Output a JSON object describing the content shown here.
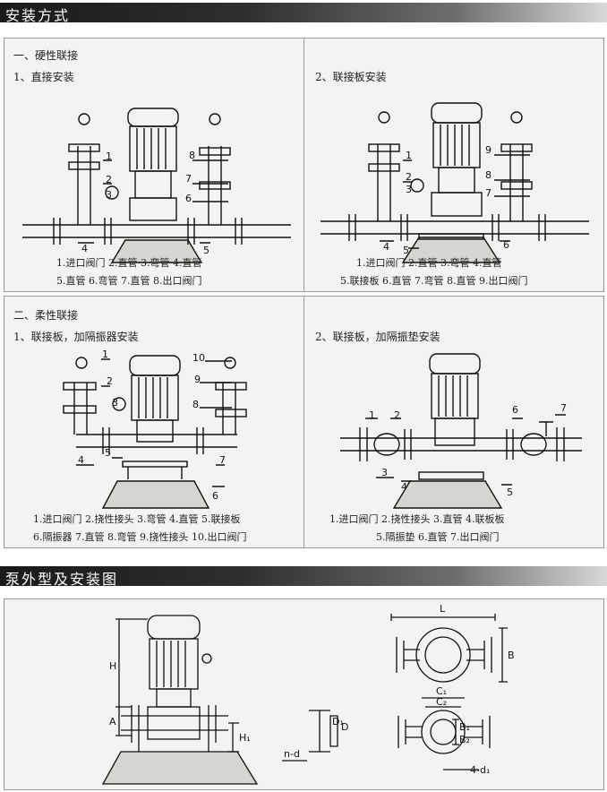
{
  "sections": {
    "install_method": "安装方式",
    "outline": "泵外型及安装图"
  },
  "rigid": {
    "heading": "一、硬性联接",
    "direct": {
      "title": "1、直接安装",
      "legend1": "1.进口阀门  2.直管  3.弯管  4.直管",
      "legend2": "5.直管  6.弯管  7.直管  8.出口阀门"
    },
    "plate": {
      "title": "2、联接板安装",
      "legend1": "1.进口阀门  2.直管  3.弯管  4.直管",
      "legend2": "5.联接板 6.直管 7.弯管 8.直管 9.出口阀门"
    }
  },
  "flexible": {
    "heading": "二、柔性联接",
    "isolator": {
      "title": "1、联接板，加隔振器安装",
      "legend1": "1.进口阀门  2.挠性接头  3.弯管  4.直管  5.联接板",
      "legend2": "6.隔振器  7.直管  8.弯管  9.挠性接头  10.出口阀门"
    },
    "pad": {
      "title": "2、联接板，加隔振垫安装",
      "legend1": "1.进口阀门  2.挠性接头  3.直管  4.联板板",
      "legend2": "5.隔振垫  6.直管  7.出口阀门"
    }
  },
  "dims": {
    "H": "H",
    "A": "A",
    "H1": "H₁",
    "L": "L",
    "B": "B",
    "C1": "C₁",
    "C2": "C₂",
    "B1": "B₁",
    "B2": "B₂",
    "D": "D",
    "D1": "D₁",
    "nd": "n-d",
    "4d1": "4-d₁"
  }
}
